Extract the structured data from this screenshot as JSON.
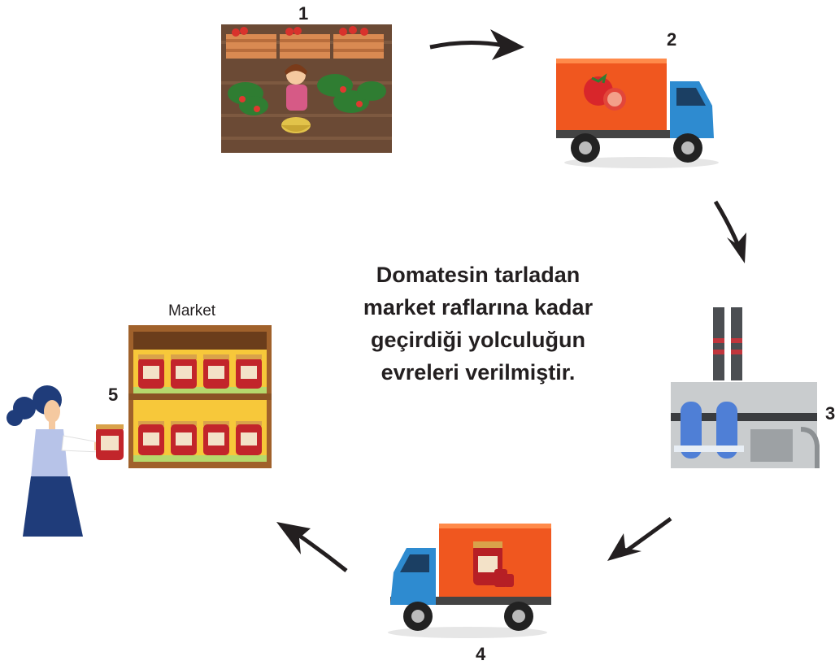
{
  "steps": [
    {
      "number": "1"
    },
    {
      "number": "2"
    },
    {
      "number": "3"
    },
    {
      "number": "4"
    },
    {
      "number": "5"
    }
  ],
  "center_text": {
    "line1": "Domatesin tarladan",
    "line2": "market raflarına kadar",
    "line3": "geçirdiği yolculuğun",
    "line4": "evreleri verilmiştir."
  },
  "market_label": "Market",
  "colors": {
    "soil": "#6b4a35",
    "truck_box": "#f0571f",
    "truck_cab": "#2e8bd0",
    "factory_gray": "#c9ccce",
    "factory_tank": "#4f7fd6",
    "shelf_wood": "#a0612b",
    "jar_red": "#c2252b",
    "woman_skirt": "#1f3c7a"
  }
}
